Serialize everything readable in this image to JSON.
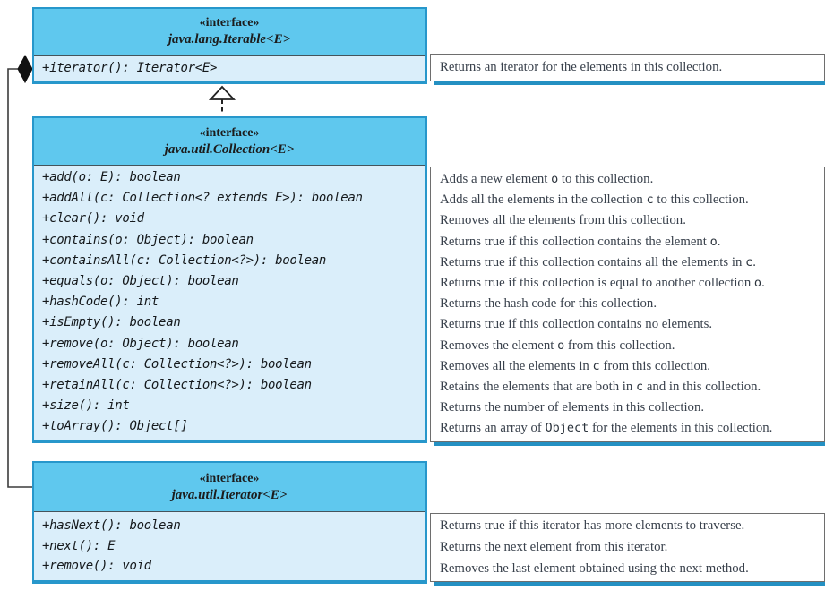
{
  "colors": {
    "header-blue": "#5fc8ee",
    "body-blue": "#daeefa",
    "edge-blue": "#2797cb",
    "shadow-blue": "#2490c2",
    "note-border": "#6e6e6e",
    "text-dark": "#1c1c1c",
    "note-text": "#39414c"
  },
  "classes": [
    {
      "stereotype": "«interface»",
      "name": "java.lang.Iterable<E>",
      "methods": [
        "+iterator(): Iterator<E>"
      ],
      "descriptions": [
        "Returns an iterator for the elements in this collection."
      ]
    },
    {
      "stereotype": "«interface»",
      "name": "java.util.Collection<E>",
      "methods": [
        "+add(o: E): boolean",
        "+addAll(c: Collection<? extends E>): boolean",
        "+clear(): void",
        "+contains(o: Object): boolean",
        "+containsAll(c: Collection<?>): boolean",
        "+equals(o: Object): boolean",
        "+hashCode(): int",
        "+isEmpty(): boolean",
        "+remove(o: Object): boolean",
        "+removeAll(c: Collection<?>): boolean",
        "+retainAll(c: Collection<?>): boolean",
        "+size(): int",
        "+toArray(): Object[]"
      ],
      "descriptions": [
        "Adds a new element `o` to this collection.",
        "Adds all the elements in the collection `c` to this collection.",
        "Removes all the elements from this collection.",
        "Returns true if this collection contains the element `o`.",
        "Returns true if this collection contains all the elements in `c`.",
        "Returns true if this collection is equal to another collection `o`.",
        "Returns the hash code for this collection.",
        "Returns true if this collection contains no elements.",
        "Removes the element `o` from this collection.",
        "Removes all the elements in `c` from this collection.",
        "Retains the elements that are both in `c` and in this collection.",
        "Returns the number of elements in this collection.",
        "Returns an array of `Object` for the elements in this collection."
      ]
    },
    {
      "stereotype": "«interface»",
      "name": "java.util.Iterator<E>",
      "methods": [
        "+hasNext(): boolean",
        "+next(): E",
        "+remove(): void"
      ],
      "descriptions": [
        "Returns true if this iterator has more elements to traverse.",
        "Returns the next element from this iterator.",
        "Removes the last element obtained using the next method."
      ]
    }
  ],
  "relationships": [
    {
      "type": "realization",
      "from": "java.util.Collection<E>",
      "to": "java.lang.Iterable<E>"
    },
    {
      "type": "composition",
      "from": "java.lang.Iterable<E>",
      "to": "java.util.Iterator<E>"
    }
  ]
}
